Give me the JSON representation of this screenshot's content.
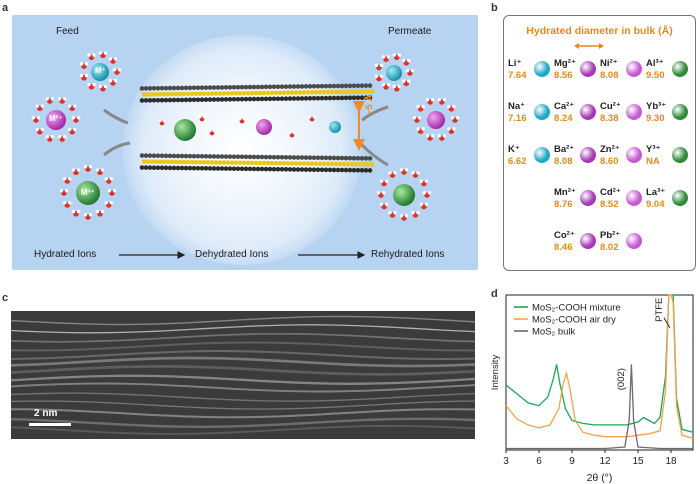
{
  "panel_letters": {
    "a": "a",
    "b": "b",
    "c": "c",
    "d": "d"
  },
  "schematic": {
    "feed": "Feed",
    "permeate": "Permeate",
    "gap": "~5 Å",
    "ions": {
      "m1": "M⁺",
      "m2": "M²⁺",
      "m3": "M³⁺"
    },
    "stages": [
      "Hydrated Ions",
      "Dehydrated Ions",
      "Rehydrated Ions"
    ],
    "colors": {
      "background": "#b7d3f2",
      "cyan": "#1fa8c4",
      "magenta": "#c23fc6",
      "green": "#2f9b3f",
      "sulfur": "#e9c81a",
      "metal": "#333333",
      "arrow": "#f08a24"
    }
  },
  "hydrated_table": {
    "title": "Hydrated diameter in bulk (Å)",
    "rows": [
      [
        {
          "ion": "Li⁺",
          "value": "7.64",
          "color": "#1fa8c4"
        },
        {
          "ion": "Mg²⁺",
          "value": "8.56",
          "color": "#a63ab5"
        },
        {
          "ion": "Ni²⁺",
          "value": "8.08",
          "color": "#c45ad2"
        },
        {
          "ion": "Al³⁺",
          "value": "9.50",
          "color": "#2f8a3a"
        }
      ],
      [
        {
          "ion": "Na⁺",
          "value": "7.16",
          "color": "#1fa8c4"
        },
        {
          "ion": "Ca²⁺",
          "value": "8.24",
          "color": "#a63ab5"
        },
        {
          "ion": "Cu²⁺",
          "value": "8.38",
          "color": "#c45ad2"
        },
        {
          "ion": "Yb³⁺",
          "value": "9.30",
          "color": "#2f8a3a"
        }
      ],
      [
        {
          "ion": "K⁺",
          "value": "6.62",
          "color": "#1fa8c4"
        },
        {
          "ion": "Ba²⁺",
          "value": "8.08",
          "color": "#a63ab5"
        },
        {
          "ion": "Zn²⁺",
          "value": "8.60",
          "color": "#c45ad2"
        },
        {
          "ion": "Y³⁺",
          "value": "NA",
          "color": "#2f8a3a"
        }
      ],
      [
        null,
        {
          "ion": "Mn²⁺",
          "value": "8.76",
          "color": "#a63ab5"
        },
        {
          "ion": "Cd²⁺",
          "value": "8.52",
          "color": "#c45ad2"
        },
        {
          "ion": "La³⁺",
          "value": "9.04",
          "color": "#2f8a3a"
        }
      ],
      [
        null,
        {
          "ion": "Co²⁺",
          "value": "8.46",
          "color": "#a63ab5"
        },
        {
          "ion": "Pb²⁺",
          "value": "8.02",
          "color": "#c45ad2"
        },
        null
      ]
    ]
  },
  "tem": {
    "scalebar": "2 nm"
  },
  "chart_data": {
    "type": "line",
    "xlabel": "2θ (°)",
    "ylabel": "Intensity",
    "xlim": [
      3,
      20
    ],
    "xticks": [
      3,
      6,
      9,
      12,
      15,
      18
    ],
    "series": [
      {
        "name": "MoS₂-COOH mixture",
        "color": "#22a35a",
        "x": [
          3,
          4,
          5,
          6,
          6.8,
          7.3,
          7.6,
          7.9,
          8.4,
          9,
          10,
          11,
          12,
          13,
          14,
          15,
          15.5,
          16,
          16.5,
          17,
          17.5,
          17.8,
          18,
          18.2,
          18.5,
          19,
          20
        ],
        "y": [
          0.44,
          0.38,
          0.32,
          0.3,
          0.36,
          0.48,
          0.58,
          0.45,
          0.28,
          0.2,
          0.18,
          0.17,
          0.17,
          0.17,
          0.17,
          0.19,
          0.22,
          0.2,
          0.18,
          0.22,
          0.5,
          1.2,
          1.4,
          1.1,
          0.35,
          0.14,
          0.12
        ]
      },
      {
        "name": "MoS₂-COOH air dry",
        "color": "#f2a34a",
        "x": [
          3,
          4,
          5,
          6,
          7,
          7.8,
          8.2,
          8.5,
          8.8,
          9.3,
          10,
          11,
          12,
          13,
          14,
          15,
          16,
          17,
          17.5,
          17.8,
          18,
          18.2,
          18.5,
          19,
          20
        ],
        "y": [
          0.3,
          0.21,
          0.17,
          0.15,
          0.17,
          0.28,
          0.45,
          0.52,
          0.42,
          0.2,
          0.12,
          0.1,
          0.09,
          0.09,
          0.09,
          0.1,
          0.11,
          0.13,
          0.4,
          1.1,
          1.3,
          1.0,
          0.3,
          0.1,
          0.08
        ]
      },
      {
        "name": "MoS₂ bulk",
        "color": "#6b6b6b",
        "x": [
          3,
          6,
          9,
          12,
          13.8,
          14.2,
          14.4,
          14.6,
          15,
          17,
          20
        ],
        "y": [
          0.01,
          0.01,
          0.01,
          0.01,
          0.02,
          0.2,
          0.58,
          0.2,
          0.02,
          0.01,
          0.01
        ]
      }
    ],
    "annotations": [
      {
        "text": "(002)",
        "x": 14.0,
        "y": 0.48
      },
      {
        "text": "PTFE",
        "x": 17.9,
        "y": 0.95
      }
    ]
  }
}
